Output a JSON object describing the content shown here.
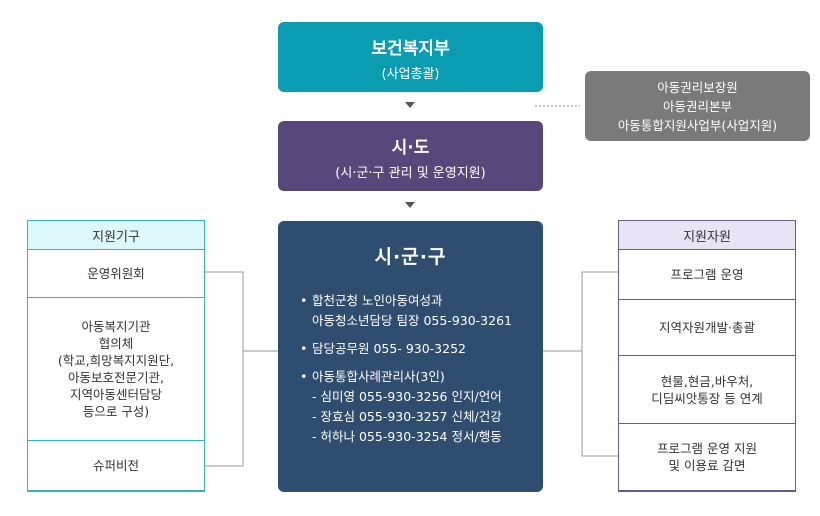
{
  "ministry": {
    "title": "보건복지부",
    "subtitle": "(사업총괄)"
  },
  "province": {
    "title": "시·도",
    "subtitle": "(시·군·구 관리 및 운영지원)"
  },
  "side_note": {
    "lines": [
      "아동권리보장원",
      "아동권리본부",
      "아동통합지원사업부(사업지원)"
    ]
  },
  "local": {
    "title": "시·군·구",
    "items": [
      {
        "kind": "bullet",
        "text": "합천군청 노인아동여성과"
      },
      {
        "kind": "cont",
        "text": "아동청소년담당 팀장 055-930-3261"
      },
      {
        "kind": "bullet",
        "text": "담당공무원 055- 930-3252"
      },
      {
        "kind": "bullet",
        "text": "아동통합사례관리사(3인)"
      },
      {
        "kind": "sub",
        "text": "- 심미영 055-930-3256 인지/언어"
      },
      {
        "kind": "sub",
        "text": "- 장효심 055-930-3257 신체/건강"
      },
      {
        "kind": "sub",
        "text": "- 허하나 055-930-3254 정서/행동"
      }
    ]
  },
  "left_panel": {
    "header": "지원기구",
    "cells": [
      {
        "lines": [
          "운영위원회"
        ]
      },
      {
        "lines": [
          "아동복지기관",
          "협의체",
          "(학교,희망복지지원단,",
          "아동보호전문기관,",
          "지역아동센터담당",
          "등으로 구성)"
        ]
      },
      {
        "lines": [
          "슈퍼비전"
        ]
      }
    ]
  },
  "right_panel": {
    "header": "지원자원",
    "cells": [
      {
        "lines": [
          "프로그램 운영"
        ]
      },
      {
        "lines": [
          "지역자원개발·총괄"
        ]
      },
      {
        "lines": [
          "현물,현금,바우처,",
          "디딤씨앗통장 등 연계"
        ]
      },
      {
        "lines": [
          "프로그램 운영 지원",
          "및 이용료 감면"
        ]
      }
    ]
  }
}
